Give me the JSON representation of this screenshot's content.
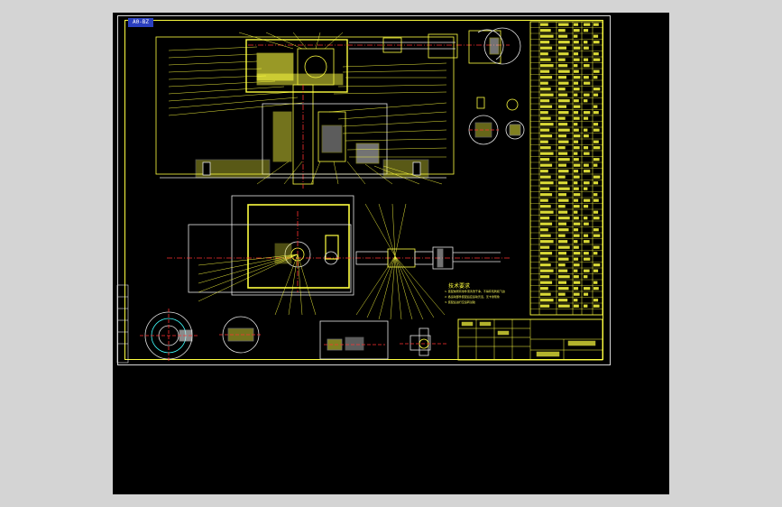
{
  "viewer": {
    "background_color": "#d4d4d4",
    "canvas_color": "#000000"
  },
  "drawing": {
    "tab_label": "A0-BZ",
    "tech_title": "技术要求",
    "tech_notes": [
      "1. 装配前所有零件须清洗干净，不得有毛刺和飞边",
      "2. 各运动部件装配后应运动灵活，无卡滞现象",
      "3. 装配后进行空运转试验"
    ]
  },
  "colors": {
    "line_yellow": "#ffff40",
    "line_white": "#e6e6e6",
    "line_red": "#ff3030",
    "line_green": "#40ff40",
    "line_cyan": "#40ffff",
    "tab_blue": "#2b40c0"
  }
}
